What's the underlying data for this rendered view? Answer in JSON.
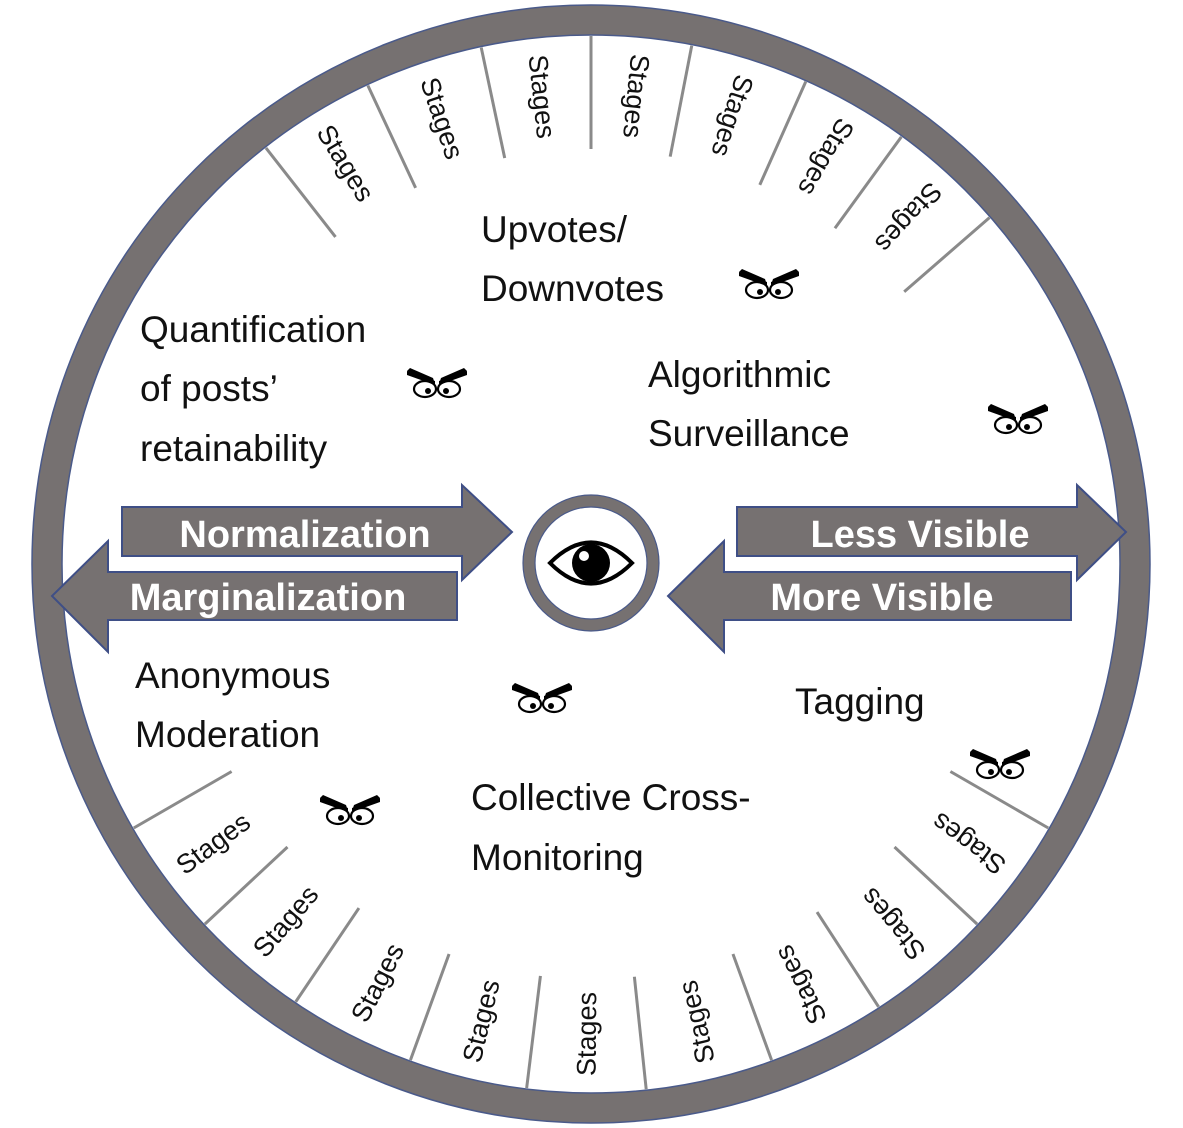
{
  "colors": {
    "ring": "#767171",
    "ring_outline": "#4a5a8a",
    "arrow_fill": "#767171",
    "arrow_stroke": "#3f4f86",
    "divider": "#8a8a8a",
    "text": "#111111",
    "arrow_text": "#ffffff"
  },
  "stages": {
    "label": "Stages"
  },
  "concepts": {
    "upvotes_line1": "Upvotes/",
    "upvotes_line2": "Downvotes",
    "quantification_line1": "Quantification",
    "quantification_line2": "of posts’",
    "quantification_line3": "retainability",
    "algorithmic_line1": "Algorithmic",
    "algorithmic_line2": "Surveillance",
    "anonymous_line1": "Anonymous",
    "anonymous_line2": "Moderation",
    "tagging": "Tagging",
    "collective_line1": "Collective Cross-",
    "collective_line2": "Monitoring"
  },
  "arrows": {
    "normalization": "Normalization",
    "marginalization": "Marginalization",
    "less_visible": "Less Visible",
    "more_visible": "More Visible"
  },
  "icons": {
    "center": "eye-icon",
    "watchers": "angry-eyes-icon"
  }
}
